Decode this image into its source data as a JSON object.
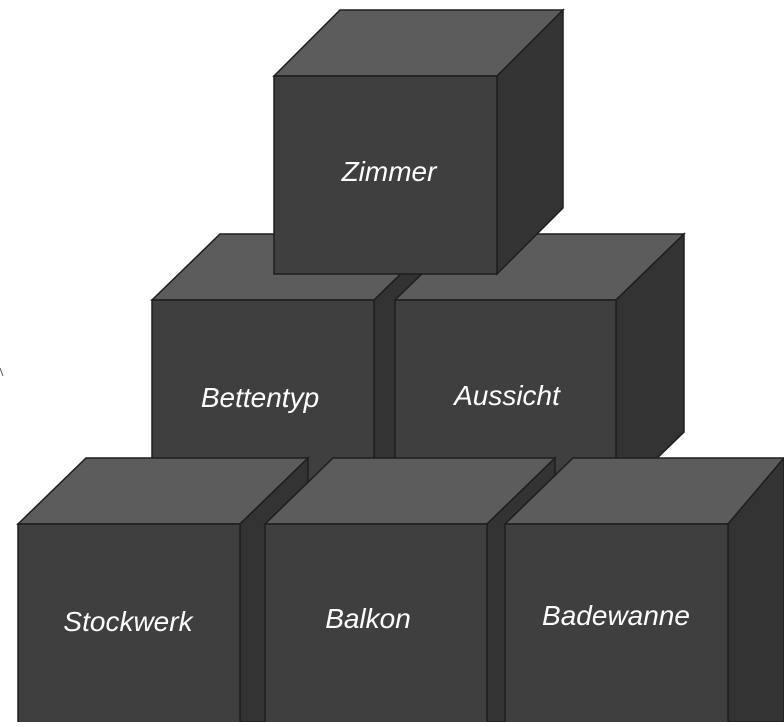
{
  "diagram": {
    "blocks": [
      {
        "id": "zimmer",
        "label": "Zimmer"
      },
      {
        "id": "bettentyp",
        "label": "Bettentyp"
      },
      {
        "id": "aussicht",
        "label": "Aussicht"
      },
      {
        "id": "stockwerk",
        "label": "Stockwerk"
      },
      {
        "id": "balkon",
        "label": "Balkon"
      },
      {
        "id": "badewanne",
        "label": "Badewanne"
      }
    ],
    "colors": {
      "front": "#3f3f3f",
      "top": "#5c5c5c",
      "side": "#333333",
      "edge": "#1e1e1e",
      "label": "#ffffff"
    }
  }
}
